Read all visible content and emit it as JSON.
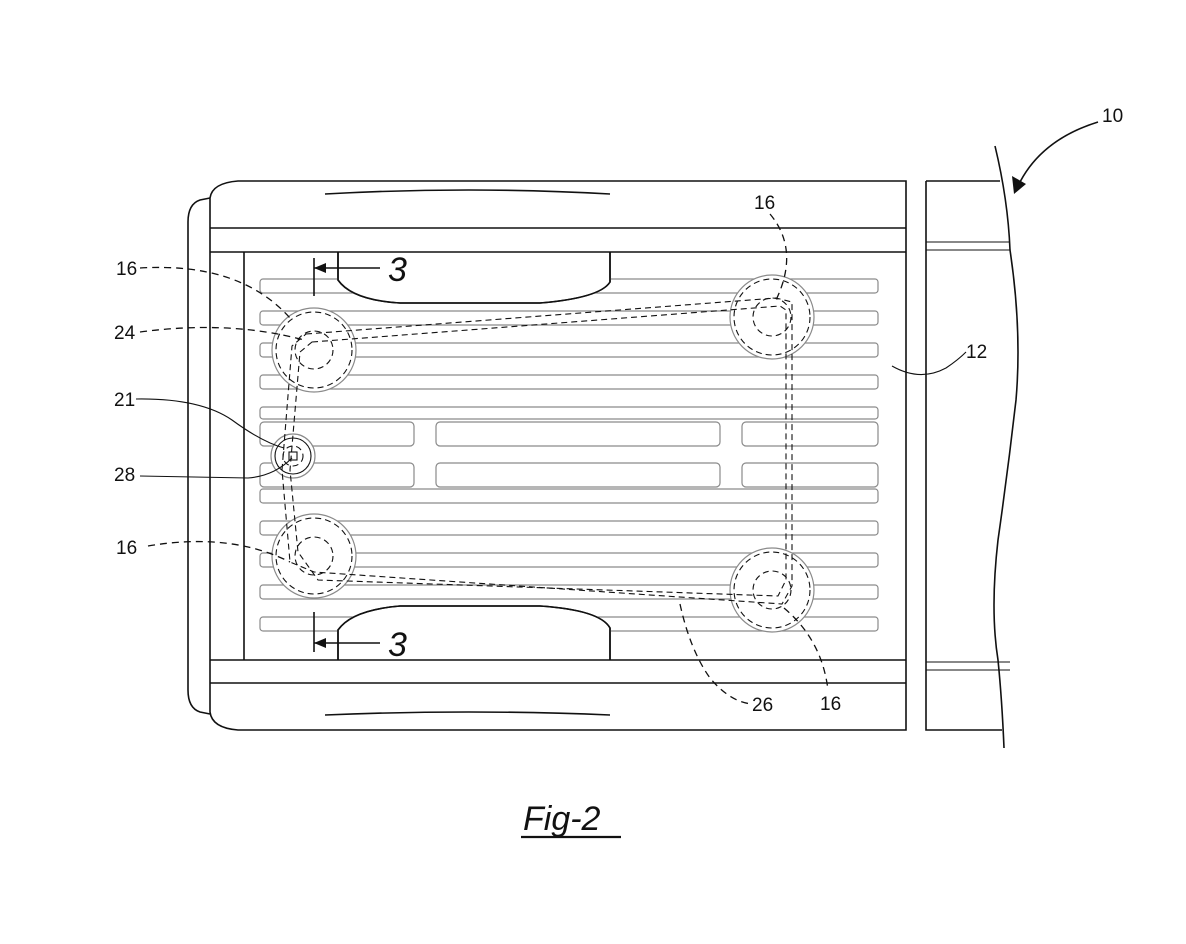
{
  "figure": {
    "caption": "Fig-2",
    "section_marks": {
      "top": "3",
      "bottom": "3"
    },
    "refs": {
      "overall": "10",
      "bed_floor": "12",
      "tie_down_top_left": "16",
      "tie_down_top_right": "16",
      "tie_down_bottom_left": "16",
      "tie_down_bottom_right": "16",
      "anchor": "21",
      "pulley": "24",
      "cable": "26",
      "actuator": "28"
    }
  }
}
